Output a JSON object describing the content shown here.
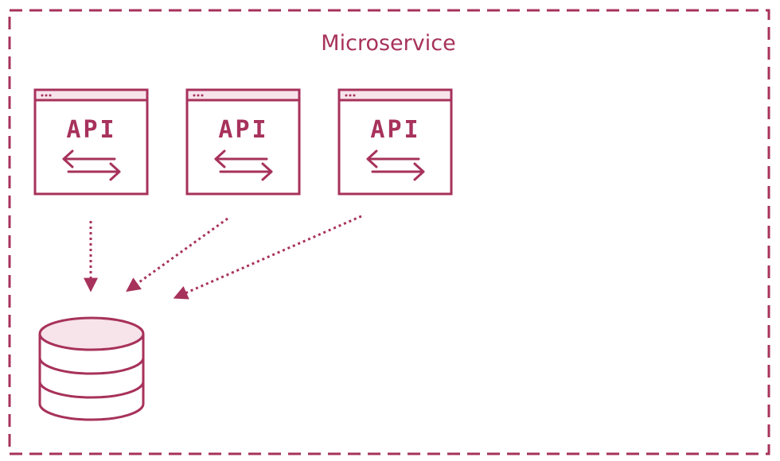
{
  "diagram": {
    "title": "Microservice",
    "apis": [
      {
        "label": "API"
      },
      {
        "label": "API"
      },
      {
        "label": "API"
      }
    ]
  },
  "colors": {
    "accent": "#a7325b",
    "fill_light": "#f7e3ea",
    "background": "#ffffff"
  },
  "icons": {
    "exchange": "bidirectional-arrows-icon",
    "database": "database-icon"
  }
}
